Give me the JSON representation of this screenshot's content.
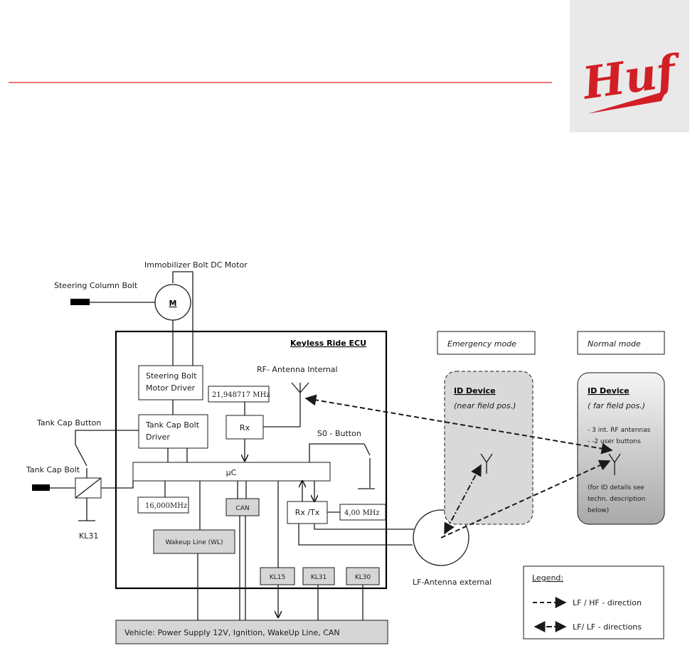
{
  "colors": {
    "header_rule": "#e8202a",
    "logo_bg": "#e9e9e9",
    "logo_red": "#d21f26",
    "ecu_border": "#000000",
    "terminal_fill": "#d6d6d6"
  },
  "logo": {
    "text": "Huf"
  },
  "diagram": {
    "immobilizer_motor_label": "Immobilizer Bolt DC Motor",
    "steering_column_bolt": "Steering Column Bolt",
    "motor_symbol": "M",
    "ecu_title": "Keyless Ride ECU",
    "rf_antenna_internal": "RF- Antenna Internal",
    "steering_bolt_driver": [
      "Steering Bolt",
      "Motor Driver"
    ],
    "rf_frequency": "21,948717 MHz",
    "rx": "Rx",
    "tank_cap_button": "Tank Cap Button",
    "tank_cap_bolt_driver": [
      "Tank Cap Bolt",
      "Driver"
    ],
    "s0_button": "S0 - Button",
    "tank_cap_bolt": "Tank Cap Bolt",
    "uc": "µC",
    "kl31_left": "KL31",
    "osc_16": "16,000MHz",
    "can": "CAN",
    "rx_tx": "Rx /Tx",
    "osc_4": "4,00 MHz",
    "wakeup_line": "Wakeup Line (WL)",
    "kl15": "KL15",
    "kl31": "KL31",
    "kl30": "KL30",
    "vehicle_bus": "Vehicle: Power Supply 12V, Ignition, WakeUp Line, CAN",
    "lf_antenna_external": "LF-Antenna external"
  },
  "emergency": {
    "mode_label": "Emergency mode",
    "device_title": "ID Device",
    "device_sub": "(near field pos.)"
  },
  "normal": {
    "mode_label": "Normal mode",
    "device_title": "ID Device",
    "device_sub": "( far field pos.)",
    "features": [
      "- 3 int. RF antennas",
      "- -2 user buttons"
    ],
    "note": [
      "(for ID details see",
      "techn. description",
      "below)"
    ]
  },
  "legend": {
    "title": "Legend:",
    "items": [
      "LF / HF - direction",
      "LF/ LF - directions"
    ]
  }
}
